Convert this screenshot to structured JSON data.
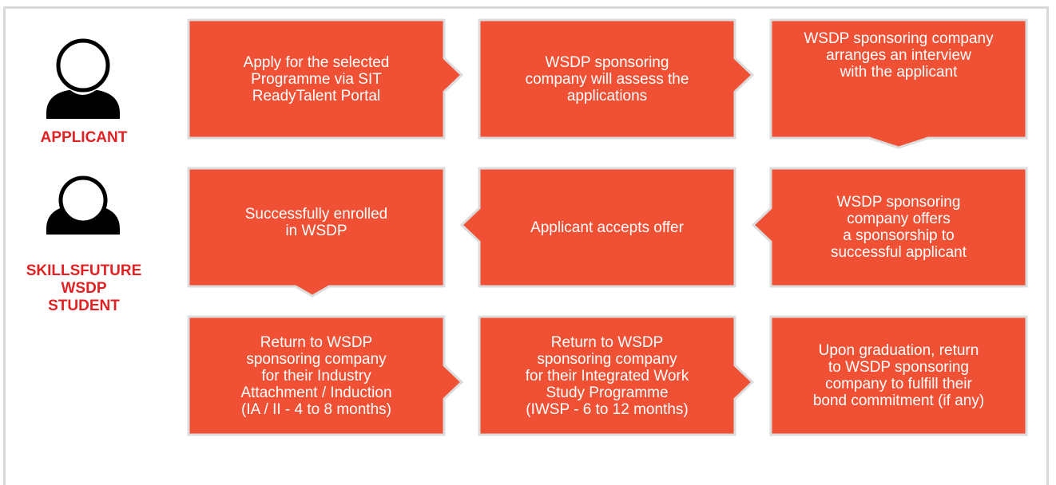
{
  "colors": {
    "box_fill": "#f05033",
    "label_red": "#e02224",
    "icon_black": "#000000",
    "frame_gray": "#d9d9d9"
  },
  "roles": {
    "applicant": "APPLICANT",
    "student": "SKILLSFUTURE\nWSDP\nSTUDENT"
  },
  "steps": {
    "row1": [
      "Apply for the selected\nProgramme via SIT\nReadyTalent Portal",
      "WSDP sponsoring\ncompany will assess the\napplications",
      "WSDP sponsoring company\narranges an interview\nwith the applicant"
    ],
    "row2": [
      "Successfully enrolled\nin WSDP",
      "Applicant accepts offer",
      "WSDP sponsoring\ncompany offers\na sponsorship to\nsuccessful applicant"
    ],
    "row3": [
      "Return to WSDP\nsponsoring company\nfor their Industry\nAttachment / Induction\n(IA / II - 4 to 8 months)",
      "Return to WSDP\nsponsoring company\nfor their Integrated Work\nStudy Programme\n(IWSP - 6 to 12 months)",
      "Upon graduation, return\nto WSDP sponsoring\ncompany to fulfill their\nbond commitment (if any)"
    ]
  }
}
